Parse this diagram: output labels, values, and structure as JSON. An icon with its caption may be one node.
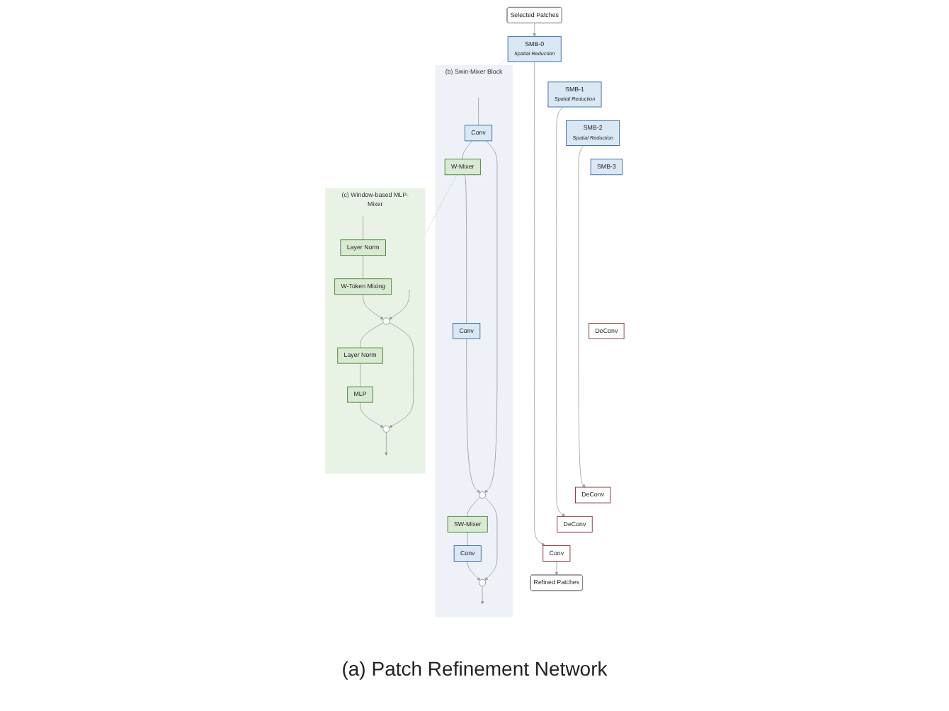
{
  "diagram": {
    "nodes": [
      {
        "text": [
          "Selected Patches"
        ]
      },
      {
        "text": [
          "SMB-0",
          "Spatial Reduction"
        ]
      },
      {
        "text": [
          "SMB-1",
          "Spatial Reduction"
        ]
      },
      {
        "text": [
          "SMB-2",
          "Spatial Reduction"
        ]
      },
      {
        "text": [
          "SMB-3"
        ]
      },
      {
        "text": [
          "DeConv"
        ]
      },
      {
        "text": [
          "DeConv"
        ]
      },
      {
        "text": [
          "DeConv"
        ]
      },
      {
        "text": [
          "Conv"
        ]
      },
      {
        "text": [
          "Refined Patches"
        ]
      },
      {
        "text": [
          "(b) Swin-Mixer Block"
        ]
      },
      {
        "text": [
          "Conv"
        ],
        "in": 10
      },
      {
        "text": [
          "W-Mixer"
        ],
        "in": 10
      },
      {
        "text": [
          "Conv"
        ],
        "in": 10
      },
      {
        "text": [],
        "shape": "circle",
        "in": 10
      },
      {
        "text": [
          "SW-Mixer"
        ],
        "in": 10
      },
      {
        "text": [
          "Conv"
        ],
        "in": 10
      },
      {
        "text": [],
        "shape": "circle",
        "in": 10
      },
      {
        "text": [
          "(c) Window-based MLP-Mixer"
        ]
      },
      {
        "text": [
          "Layer Norm"
        ],
        "in": 18
      },
      {
        "text": [
          "W-Token Mixing"
        ],
        "in": 18
      },
      {
        "text": [],
        "shape": "circle",
        "in": 18
      },
      {
        "text": [
          "Layer Norm"
        ],
        "in": 18
      },
      {
        "text": [
          "MLP"
        ],
        "in": 18
      },
      {
        "text": [],
        "shape": "circle",
        "in": 18
      }
    ],
    "edges": [
      {
        "from": 0,
        "to": 1,
        "arrow": "to"
      },
      {
        "from": 1,
        "to": 8,
        "arrow": "to"
      },
      {
        "from": 2,
        "to": 7,
        "arrow": "to"
      },
      {
        "from": 3,
        "to": 6,
        "arrow": "to"
      },
      {
        "from": 8,
        "to": 9,
        "arrow": "to"
      },
      {
        "from": 1,
        "to": 10,
        "arrow": "none",
        "style": "dashed",
        "color": "#b7d3ec"
      },
      {
        "from": null,
        "to": 11,
        "arrow": "none"
      },
      {
        "from": 11,
        "to": 12,
        "arrow": "none"
      },
      {
        "from": 12,
        "to": 13,
        "arrow": "none"
      },
      {
        "from": 13,
        "to": 14,
        "arrow": "to"
      },
      {
        "from": 11,
        "to": 14,
        "arrow": "to"
      },
      {
        "from": 14,
        "to": 15,
        "arrow": "none"
      },
      {
        "from": 15,
        "to": 16,
        "arrow": "none"
      },
      {
        "from": 16,
        "to": 17,
        "arrow": "to"
      },
      {
        "from": 14,
        "to": 17,
        "arrow": "to"
      },
      {
        "from": 17,
        "to": null,
        "arrow": "to"
      },
      {
        "from": 12,
        "to": 18,
        "arrow": "none",
        "style": "dashed",
        "color": "#a9d18e"
      },
      {
        "from": null,
        "to": 19,
        "arrow": "none"
      },
      {
        "from": 19,
        "to": 20,
        "arrow": "none"
      },
      {
        "from": 20,
        "to": 21,
        "arrow": "to"
      },
      {
        "from": null,
        "to": 21,
        "arrow": "to"
      },
      {
        "from": 21,
        "to": 22,
        "arrow": "none"
      },
      {
        "from": 22,
        "to": 23,
        "arrow": "none"
      },
      {
        "from": 23,
        "to": 24,
        "arrow": "to"
      },
      {
        "from": 21,
        "to": 24,
        "arrow": "to"
      },
      {
        "from": 24,
        "to": null,
        "arrow": "to"
      }
    ],
    "labels": [
      "(a) Patch Refinement Network"
    ]
  }
}
